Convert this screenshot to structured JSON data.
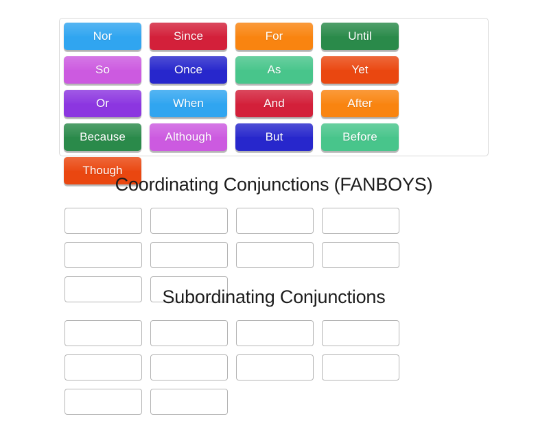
{
  "activity": {
    "type": "group-sort",
    "word_bank": {
      "tiles": [
        {
          "label": "Nor",
          "color": "#30a5f0"
        },
        {
          "label": "Since",
          "color": "#d3203a"
        },
        {
          "label": "For",
          "color": "#f98410"
        },
        {
          "label": "Until",
          "color": "#2a8a4a"
        },
        {
          "label": "So",
          "color": "#cc5ae0"
        },
        {
          "label": "Once",
          "color": "#2727cc"
        },
        {
          "label": "As",
          "color": "#48c58b"
        },
        {
          "label": "Yet",
          "color": "#ea4710"
        },
        {
          "label": "Or",
          "color": "#8c36e0"
        },
        {
          "label": "When",
          "color": "#30a5f0"
        },
        {
          "label": "And",
          "color": "#d3203a"
        },
        {
          "label": "After",
          "color": "#f98410"
        },
        {
          "label": "Because",
          "color": "#2a8a4a"
        },
        {
          "label": "Although",
          "color": "#cc5ae0"
        },
        {
          "label": "But",
          "color": "#2727cc"
        },
        {
          "label": "Before",
          "color": "#48c58b"
        },
        {
          "label": "Though",
          "color": "#ea4710"
        }
      ]
    },
    "groups": [
      {
        "title": "Coordinating Conjunctions (FANBOYS)",
        "slots": [
          "",
          "",
          "",
          "",
          "",
          "",
          "",
          "",
          "",
          ""
        ]
      },
      {
        "title": "Subordinating Conjunctions",
        "slots": [
          "",
          "",
          "",
          "",
          "",
          "",
          "",
          "",
          "",
          ""
        ]
      }
    ]
  }
}
